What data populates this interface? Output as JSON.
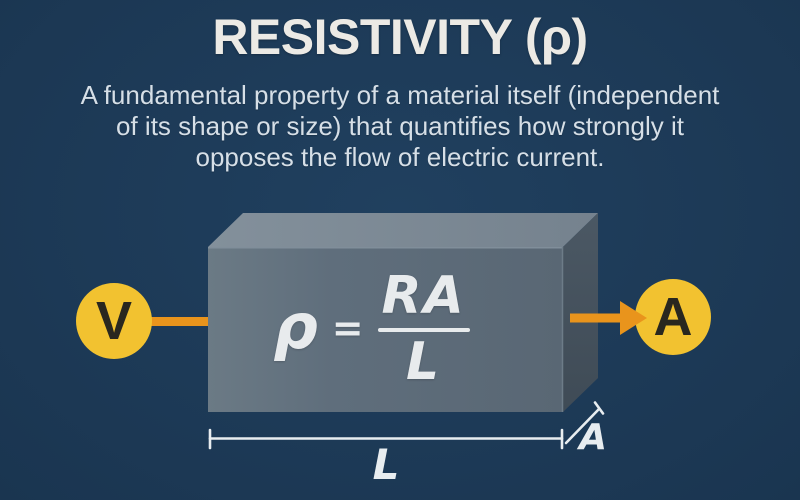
{
  "title": "RESISTIVITY (ρ)",
  "subtitle": {
    "line1": "A fundamental property of a material itself (independent",
    "line2": "of its shape or size) that quantifies how strongly it",
    "line3": "opposes the flow of electric current."
  },
  "diagram": {
    "voltage_node": "V",
    "current_node": "A",
    "formula": {
      "lhs": "ρ",
      "equals": "=",
      "numerator": "RA",
      "denominator": "L"
    },
    "length_dimension": "L",
    "area_dimension": "A"
  },
  "colors": {
    "background": "#1d3a57",
    "heading_text": "#eceae5",
    "body_text": "#d6dfe7",
    "box_top": "#7b8995",
    "box_front": "#5e6d7b",
    "box_side": "#46535f",
    "node_fill": "#f2c230",
    "node_text": "#29271f",
    "wire_arrow": "#e9941c",
    "dimension_lines": "#e8edf0"
  }
}
